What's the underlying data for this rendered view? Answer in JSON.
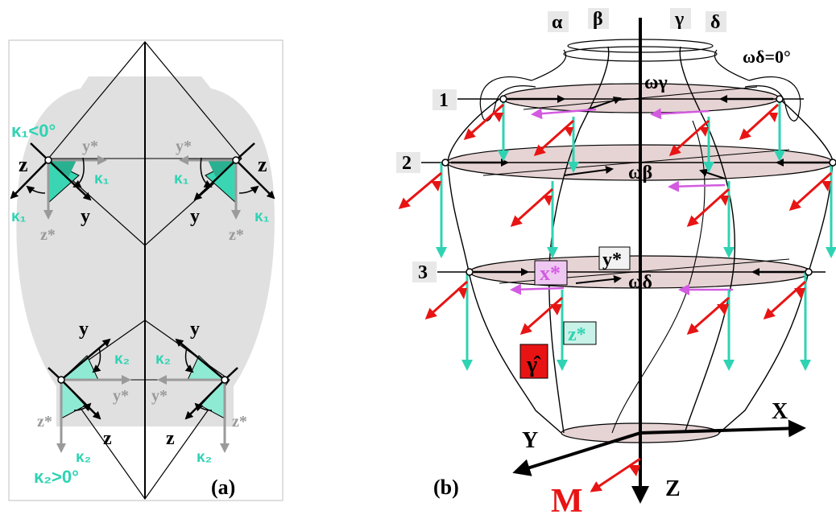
{
  "panel_a": {
    "caption": "(a)",
    "kappa1_cond": "κ₁<0°",
    "kappa2_cond": "κ₂>0°",
    "axis_z": "z",
    "axis_y": "y",
    "axis_zstar": "z*",
    "axis_ystar": "y*",
    "kappa1": "κ₁",
    "kappa2": "κ₂"
  },
  "panel_b": {
    "caption": "(b)",
    "profiles": [
      "α",
      "β",
      "γ",
      "δ"
    ],
    "omega_delta_zero": "ωδ=0°",
    "omega_gamma": "ωγ",
    "omega_beta": "ωβ",
    "omega_delta": "ωδ",
    "sections": [
      "1",
      "2",
      "3"
    ],
    "xstar": "x*",
    "ystar": "y*",
    "zstar": "z*",
    "gamma_hat": "γ̂",
    "axis_X": "X",
    "axis_Y": "Y",
    "axis_Z": "Z",
    "point_M": "M"
  },
  "colors": {
    "teal": "#2fd3b3",
    "red": "#e81414",
    "magenta": "#d25be0",
    "gray": "#9a9a9a",
    "silhouette": "#e0e0e0",
    "pink_ellipse": "#e6d3d3"
  }
}
